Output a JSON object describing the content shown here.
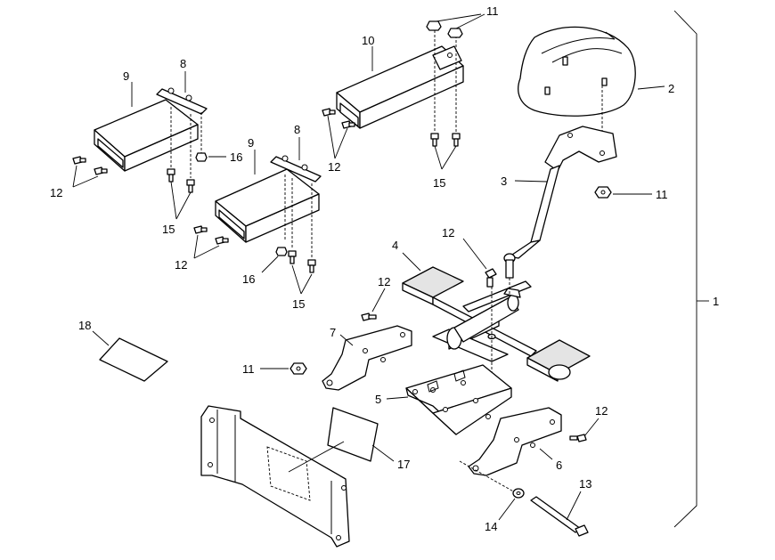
{
  "callouts": {
    "c1": "1",
    "c2": "2",
    "c3": "3",
    "c4": "4",
    "c5": "5",
    "c6": "6",
    "c7": "7",
    "c8a": "8",
    "c8b": "8",
    "c9a": "9",
    "c9b": "9",
    "c10": "10",
    "c11a": "11",
    "c11b": "11",
    "c11c": "11",
    "c12a": "12",
    "c12b": "12",
    "c12c": "12",
    "c12d": "12",
    "c12e": "12",
    "c12f": "12",
    "c13": "13",
    "c14": "14",
    "c15a": "15",
    "c15b": "15",
    "c15c": "15",
    "c16a": "16",
    "c16b": "16",
    "c17": "17",
    "c18": "18"
  }
}
